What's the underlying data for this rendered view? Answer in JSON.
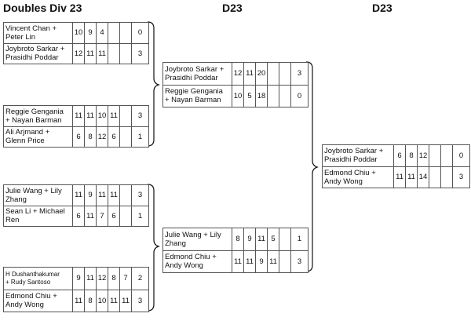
{
  "headers": {
    "col1": "Doubles Div 23",
    "col2": "D23",
    "col3": "D23"
  },
  "round1": [
    {
      "team1": {
        "name": "Vincent Chan +\nPeter Lin",
        "scores": [
          "10",
          "9",
          "4",
          "",
          ""
        ],
        "total": "0"
      },
      "team2": {
        "name": "Joybroto Sarkar +\nPrasidhi Poddar",
        "scores": [
          "12",
          "11",
          "11",
          "",
          ""
        ],
        "total": "3"
      }
    },
    {
      "team1": {
        "name": "Reggie Gengania\n+ Nayan Barman",
        "scores": [
          "11",
          "11",
          "10",
          "11",
          ""
        ],
        "total": "3"
      },
      "team2": {
        "name": "Ali Arjmand +\nGlenn Price",
        "scores": [
          "6",
          "8",
          "12",
          "6",
          ""
        ],
        "total": "1"
      }
    },
    {
      "team1": {
        "name": "Julie Wang + Lily\nZhang",
        "scores": [
          "11",
          "9",
          "11",
          "11",
          ""
        ],
        "total": "3"
      },
      "team2": {
        "name": "Sean Li + Michael\nRen",
        "scores": [
          "6",
          "11",
          "7",
          "6",
          ""
        ],
        "total": "1"
      }
    },
    {
      "team1": {
        "name": "H Dushanthakumar\n+ Rudy Santoso",
        "scores": [
          "9",
          "11",
          "12",
          "8",
          "7"
        ],
        "total": "2"
      },
      "team2": {
        "name": "Edmond Chiu +\nAndy Wong",
        "scores": [
          "11",
          "8",
          "10",
          "11",
          "11"
        ],
        "total": "3"
      }
    }
  ],
  "round2": [
    {
      "team1": {
        "name": "Joybroto Sarkar +\nPrasidhi Poddar",
        "scores": [
          "12",
          "11",
          "20",
          "",
          ""
        ],
        "total": "3"
      },
      "team2": {
        "name": "Reggie Gengania\n+ Nayan Barman",
        "scores": [
          "10",
          "5",
          "18",
          "",
          ""
        ],
        "total": "0"
      }
    },
    {
      "team1": {
        "name": "Julie Wang + Lily\nZhang",
        "scores": [
          "8",
          "9",
          "11",
          "5",
          ""
        ],
        "total": "1"
      },
      "team2": {
        "name": "Edmond Chiu +\nAndy Wong",
        "scores": [
          "11",
          "11",
          "9",
          "11",
          ""
        ],
        "total": "3"
      }
    }
  ],
  "final": {
    "team1": {
      "name": "Joybroto Sarkar +\nPrasidhi Poddar",
      "scores": [
        "6",
        "8",
        "12",
        "",
        ""
      ],
      "total": "0"
    },
    "team2": {
      "name": "Edmond Chiu +\nAndy Wong",
      "scores": [
        "11",
        "11",
        "14",
        "",
        ""
      ],
      "total": "3"
    }
  }
}
